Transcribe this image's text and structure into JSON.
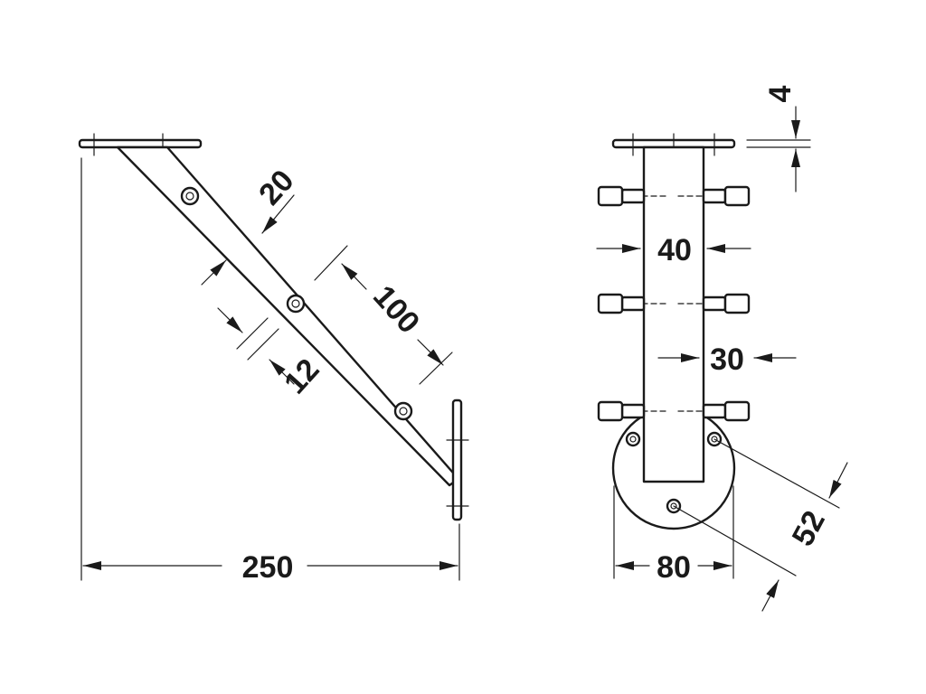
{
  "dimensions": {
    "overall_width": "250",
    "strut_width": "20",
    "hole_pitch": "100",
    "hole_diameter": "12",
    "post_width": "40",
    "plate_thickness": "4",
    "bolt_spacing": "30",
    "plate_diameter": "80",
    "hole_circle": "52"
  },
  "colors": {
    "line": "#1a1a1a",
    "background": "#ffffff"
  }
}
